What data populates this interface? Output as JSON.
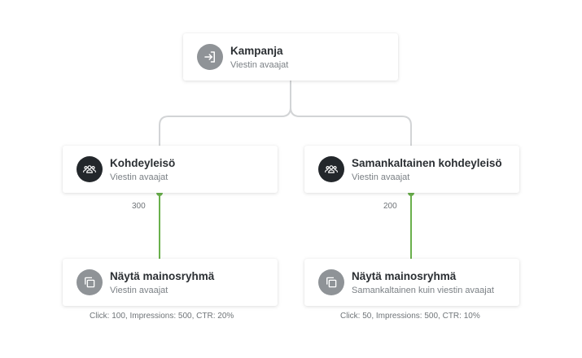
{
  "nodes": {
    "campaign": {
      "title": "Kampanja",
      "subtitle": "Viestin avaajat",
      "icon": "login-arrow-icon"
    },
    "audience_left": {
      "title": "Kohdeyleisö",
      "subtitle": "Viestin avaajat",
      "icon": "group-icon"
    },
    "audience_right": {
      "title": "Samankaltainen kohdeyleisö",
      "subtitle": "Viestin avaajat",
      "icon": "group-icon"
    },
    "adgroup_left": {
      "title": "Näytä mainosryhmä",
      "subtitle": "Viestin avaajat",
      "icon": "copy-icon"
    },
    "adgroup_right": {
      "title": "Näytä mainosryhmä",
      "subtitle": "Samankaltainen kuin viestin avaajat",
      "icon": "copy-icon"
    }
  },
  "edges": {
    "left_count": "300",
    "right_count": "200"
  },
  "stats": {
    "left": "Click: 100, Impressions: 500, CTR: 20%",
    "right": "Click: 50, Impressions: 500, CTR: 10%"
  },
  "colors": {
    "tree_connector": "#d2d4d6",
    "active_connector": "#6ab04c",
    "icon_grey": "#8f9397",
    "icon_dark": "#23272b"
  }
}
